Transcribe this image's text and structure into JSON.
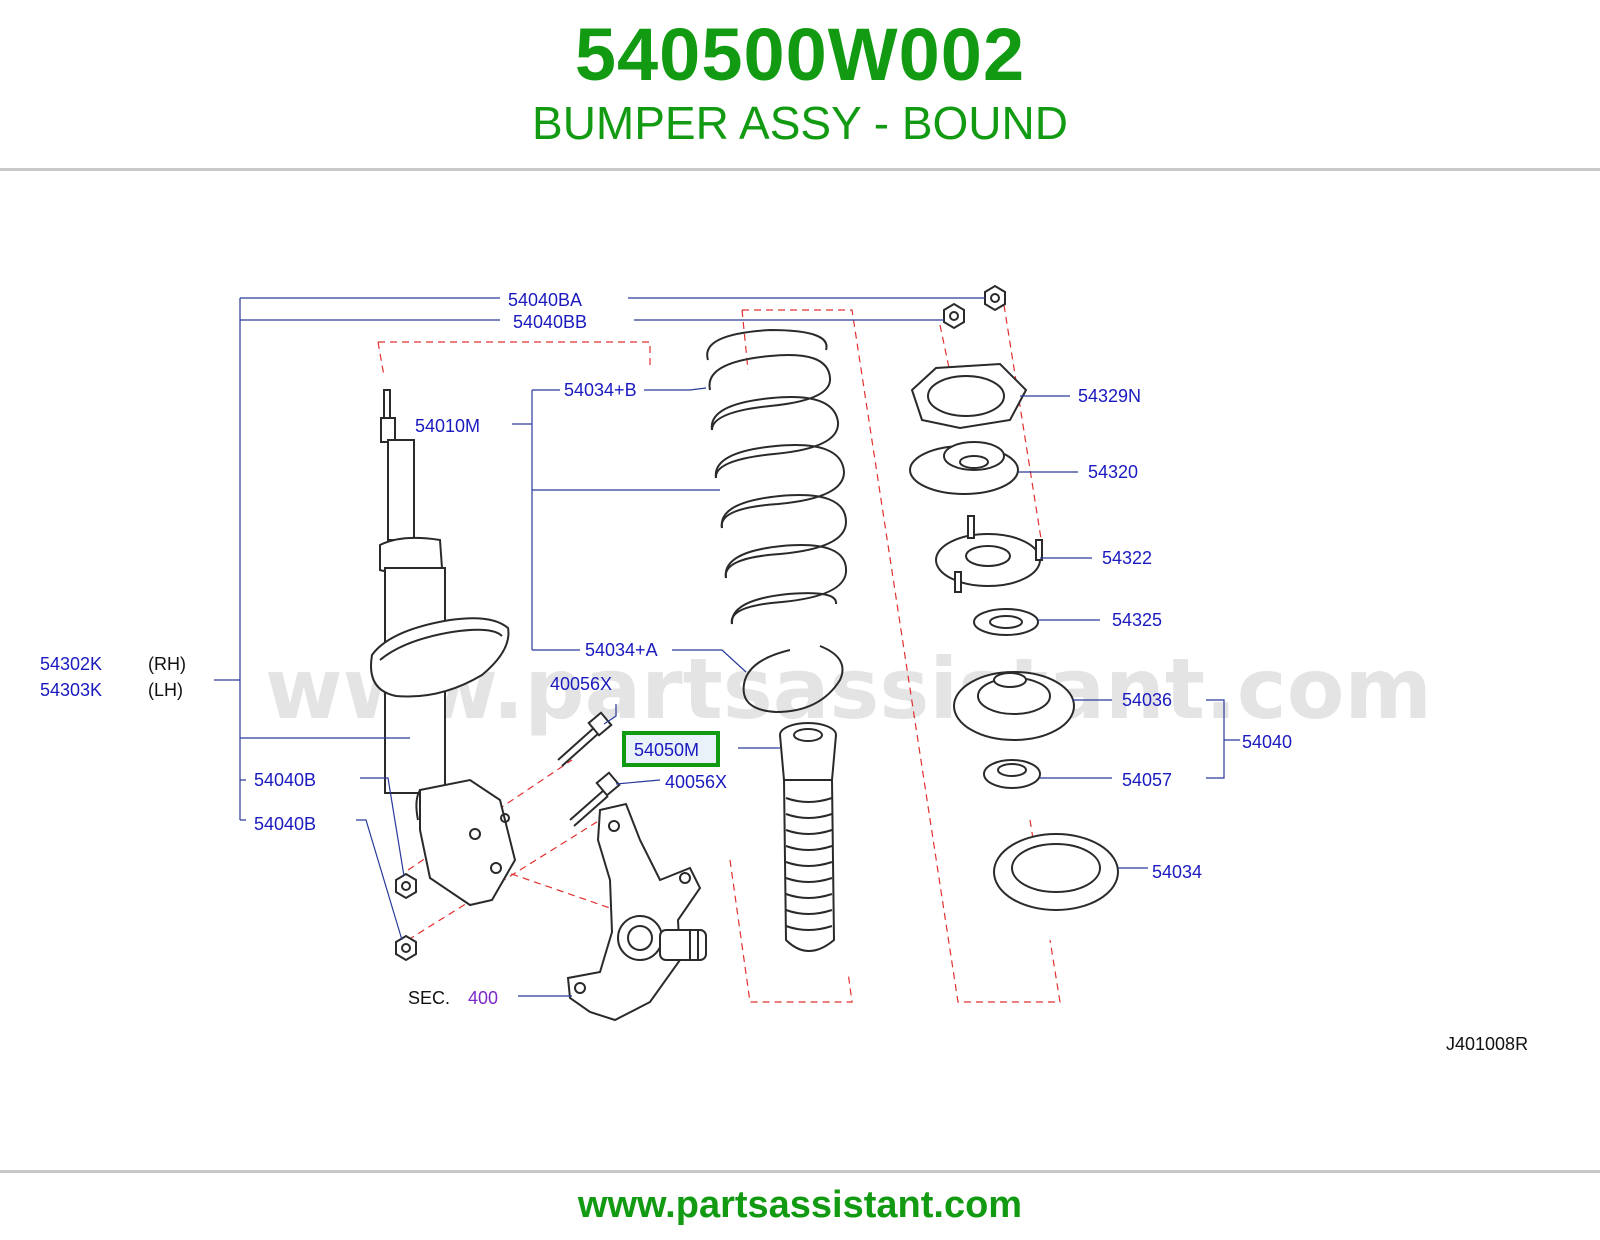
{
  "header": {
    "part_number": "540500W002",
    "part_name": "BUMPER ASSY - BOUND"
  },
  "diagram": {
    "code": "J401008R",
    "watermark": "www.partsassistant.com",
    "highlight_color": "#129b12",
    "labels": {
      "p54040BA": "54040BA",
      "p54040BB": "54040BB",
      "p54034B": "54034+B",
      "p54010M": "54010M",
      "p54329N": "54329N",
      "p54320": "54320",
      "p54322": "54322",
      "p54325": "54325",
      "p54302K": "54302K",
      "rh": "(RH)",
      "p54303K": "54303K",
      "lh": "(LH)",
      "p54034A": "54034+A",
      "p40056X_top": "40056X",
      "p54036": "54036",
      "p54050M": "54050M",
      "p54040": "54040",
      "p40056X_mid": "40056X",
      "p54057": "54057",
      "p54040B_top": "54040B",
      "p54040B_bot": "54040B",
      "p54034": "54034",
      "sec": "SEC.",
      "sec_num": "400"
    }
  },
  "footer": {
    "url": "www.partsassistant.com"
  }
}
